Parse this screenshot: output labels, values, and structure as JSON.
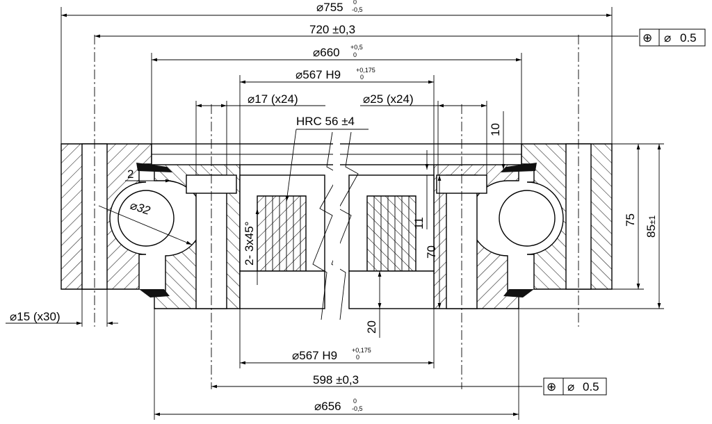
{
  "dimensions": {
    "outer_diameter": {
      "symbol": "⌀",
      "value": "755",
      "tol_upper": "0",
      "tol_lower": "-0,5"
    },
    "bolt_circle_outer": {
      "value": "720",
      "tol": "±0,3"
    },
    "outer_ring_inner": {
      "symbol": "⌀",
      "value": "660",
      "tol_upper": "+0,5",
      "tol_lower": "0"
    },
    "gear_top": {
      "symbol": "⌀",
      "value": "567 H9",
      "tol_upper": "+0,175",
      "tol_lower": "0"
    },
    "hole_small": {
      "symbol": "⌀",
      "value": "17 (x24)"
    },
    "hole_large": {
      "symbol": "⌀",
      "value": "25 (x24)"
    },
    "hardness": "HRC 56",
    "hardness_tol": "±4",
    "gap_2": "2",
    "ball_diameter": {
      "symbol": "⌀",
      "value": "32"
    },
    "chamfer": "2- 3x45°",
    "dim_10": "10",
    "dim_11": "11",
    "dim_70": "70",
    "dim_20": "20",
    "height_75": "75",
    "height_85": {
      "value": "85",
      "tol": "±1"
    },
    "mount_holes": {
      "symbol": "⌀",
      "value": "15 (x30)"
    },
    "gear_bottom": {
      "symbol": "⌀",
      "value": "567 H9",
      "tol_upper": "+0,175",
      "tol_lower": "0"
    },
    "bolt_circle_inner": {
      "value": "598",
      "tol": "±0,3"
    },
    "inner_ring_outer": {
      "symbol": "⌀",
      "value": "656",
      "tol_upper": "0",
      "tol_lower": "-0,5"
    }
  },
  "position_tolerance_top": {
    "symbol": "⊕",
    "dia": "⌀",
    "value": "0.5"
  },
  "position_tolerance_bottom": {
    "symbol": "⊕",
    "dia": "⌀",
    "value": "0.5"
  }
}
